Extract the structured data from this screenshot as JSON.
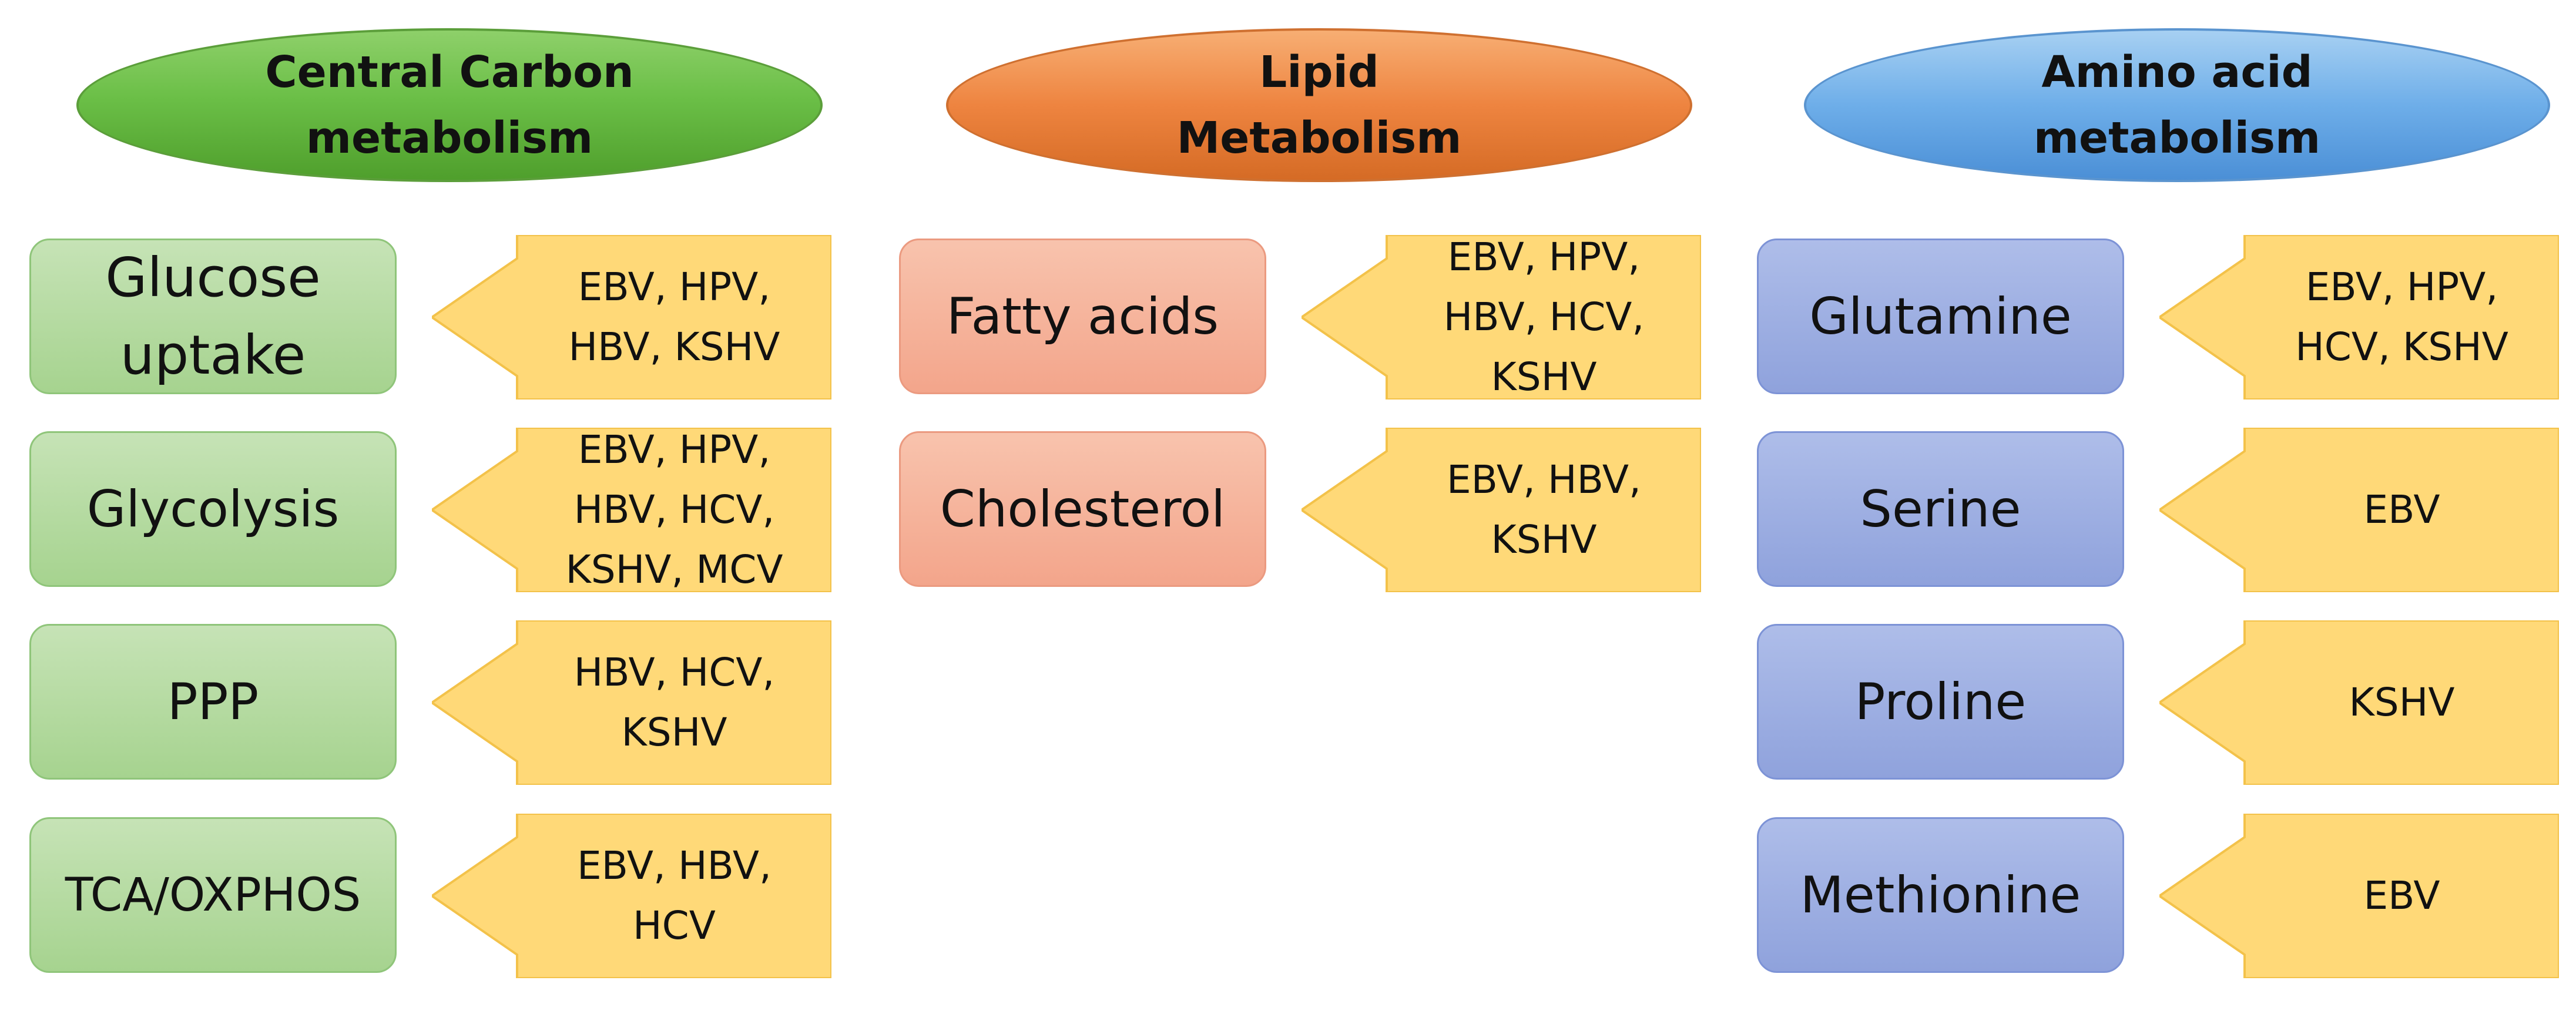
{
  "colors": {
    "arrow_fill": "#ffd978",
    "arrow_edge": "#f3c24a",
    "central_header": "#6bbf47",
    "lipid_header": "#ee8440",
    "amino_header": "#6eaee9",
    "central_box": "#a9d18e",
    "lipid_box": "#f4b09a",
    "amino_box": "#97a8df"
  },
  "columns": [
    {
      "title": "Central Carbon\nmetabolism",
      "rows": [
        {
          "pathway": "Glucose\nuptake",
          "viruses": "EBV, HPV,\nHBV, KSHV"
        },
        {
          "pathway": "Glycolysis",
          "viruses": "EBV, HPV,\nHBV, HCV,\nKSHV, MCV"
        },
        {
          "pathway": "PPP",
          "viruses": "HBV, HCV,\nKSHV"
        },
        {
          "pathway": "TCA/OXPHOS",
          "viruses": "EBV, HBV,\nHCV"
        }
      ]
    },
    {
      "title": "Lipid\nMetabolism",
      "rows": [
        {
          "pathway": "Fatty acids",
          "viruses": "EBV, HPV,\nHBV, HCV,\nKSHV"
        },
        {
          "pathway": "Cholesterol",
          "viruses": "EBV, HBV,\nKSHV"
        }
      ]
    },
    {
      "title": "Amino acid\nmetabolism",
      "rows": [
        {
          "pathway": "Glutamine",
          "viruses": "EBV, HPV,\nHCV, KSHV"
        },
        {
          "pathway": "Serine",
          "viruses": "EBV"
        },
        {
          "pathway": "Proline",
          "viruses": "KSHV"
        },
        {
          "pathway": "Methionine",
          "viruses": "EBV"
        }
      ]
    }
  ]
}
